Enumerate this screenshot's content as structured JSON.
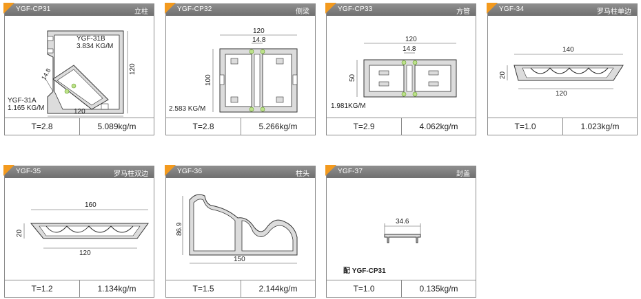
{
  "cards": [
    {
      "code": "YGF-CP31",
      "name": "立柱",
      "thickness": "T=2.8",
      "weight": "5.089kg/m",
      "labels": {
        "a": "YGF-31B",
        "b": "3.834 KG/M",
        "c": "YGF-31A",
        "d": "1.165 KG/M",
        "dim_v": "120",
        "dim_h": "120",
        "dim_s": "14.8"
      }
    },
    {
      "code": "YGF-CP32",
      "name": "侧梁",
      "thickness": "T=2.8",
      "weight": "5.266kg/m",
      "labels": {
        "top": "120",
        "mid": "14.8",
        "left": "100",
        "weight_note": "2.583 KG/M"
      }
    },
    {
      "code": "YGF-CP33",
      "name": "方管",
      "thickness": "T=2.9",
      "weight": "4.062kg/m",
      "labels": {
        "top": "120",
        "mid": "14.8",
        "left": "50",
        "weight_note": "1.981KG/M"
      }
    },
    {
      "code": "YGF-34",
      "name": "罗马柱单边",
      "thickness": "T=1.0",
      "weight": "1.023kg/m",
      "labels": {
        "top": "140",
        "left": "20",
        "bottom": "120"
      }
    },
    {
      "code": "YGF-35",
      "name": "罗马柱双边",
      "thickness": "T=1.2",
      "weight": "1.134kg/m",
      "labels": {
        "top": "160",
        "left": "20",
        "bottom": "120"
      }
    },
    {
      "code": "YGF-36",
      "name": "柱头",
      "thickness": "T=1.5",
      "weight": "2.144kg/m",
      "labels": {
        "left": "86.9",
        "bottom": "150"
      }
    },
    {
      "code": "YGF-37",
      "name": "封盖",
      "thickness": "T=1.0",
      "weight": "0.135kg/m",
      "labels": {
        "top": "34.6",
        "note": "配 YGF-CP31"
      }
    }
  ]
}
